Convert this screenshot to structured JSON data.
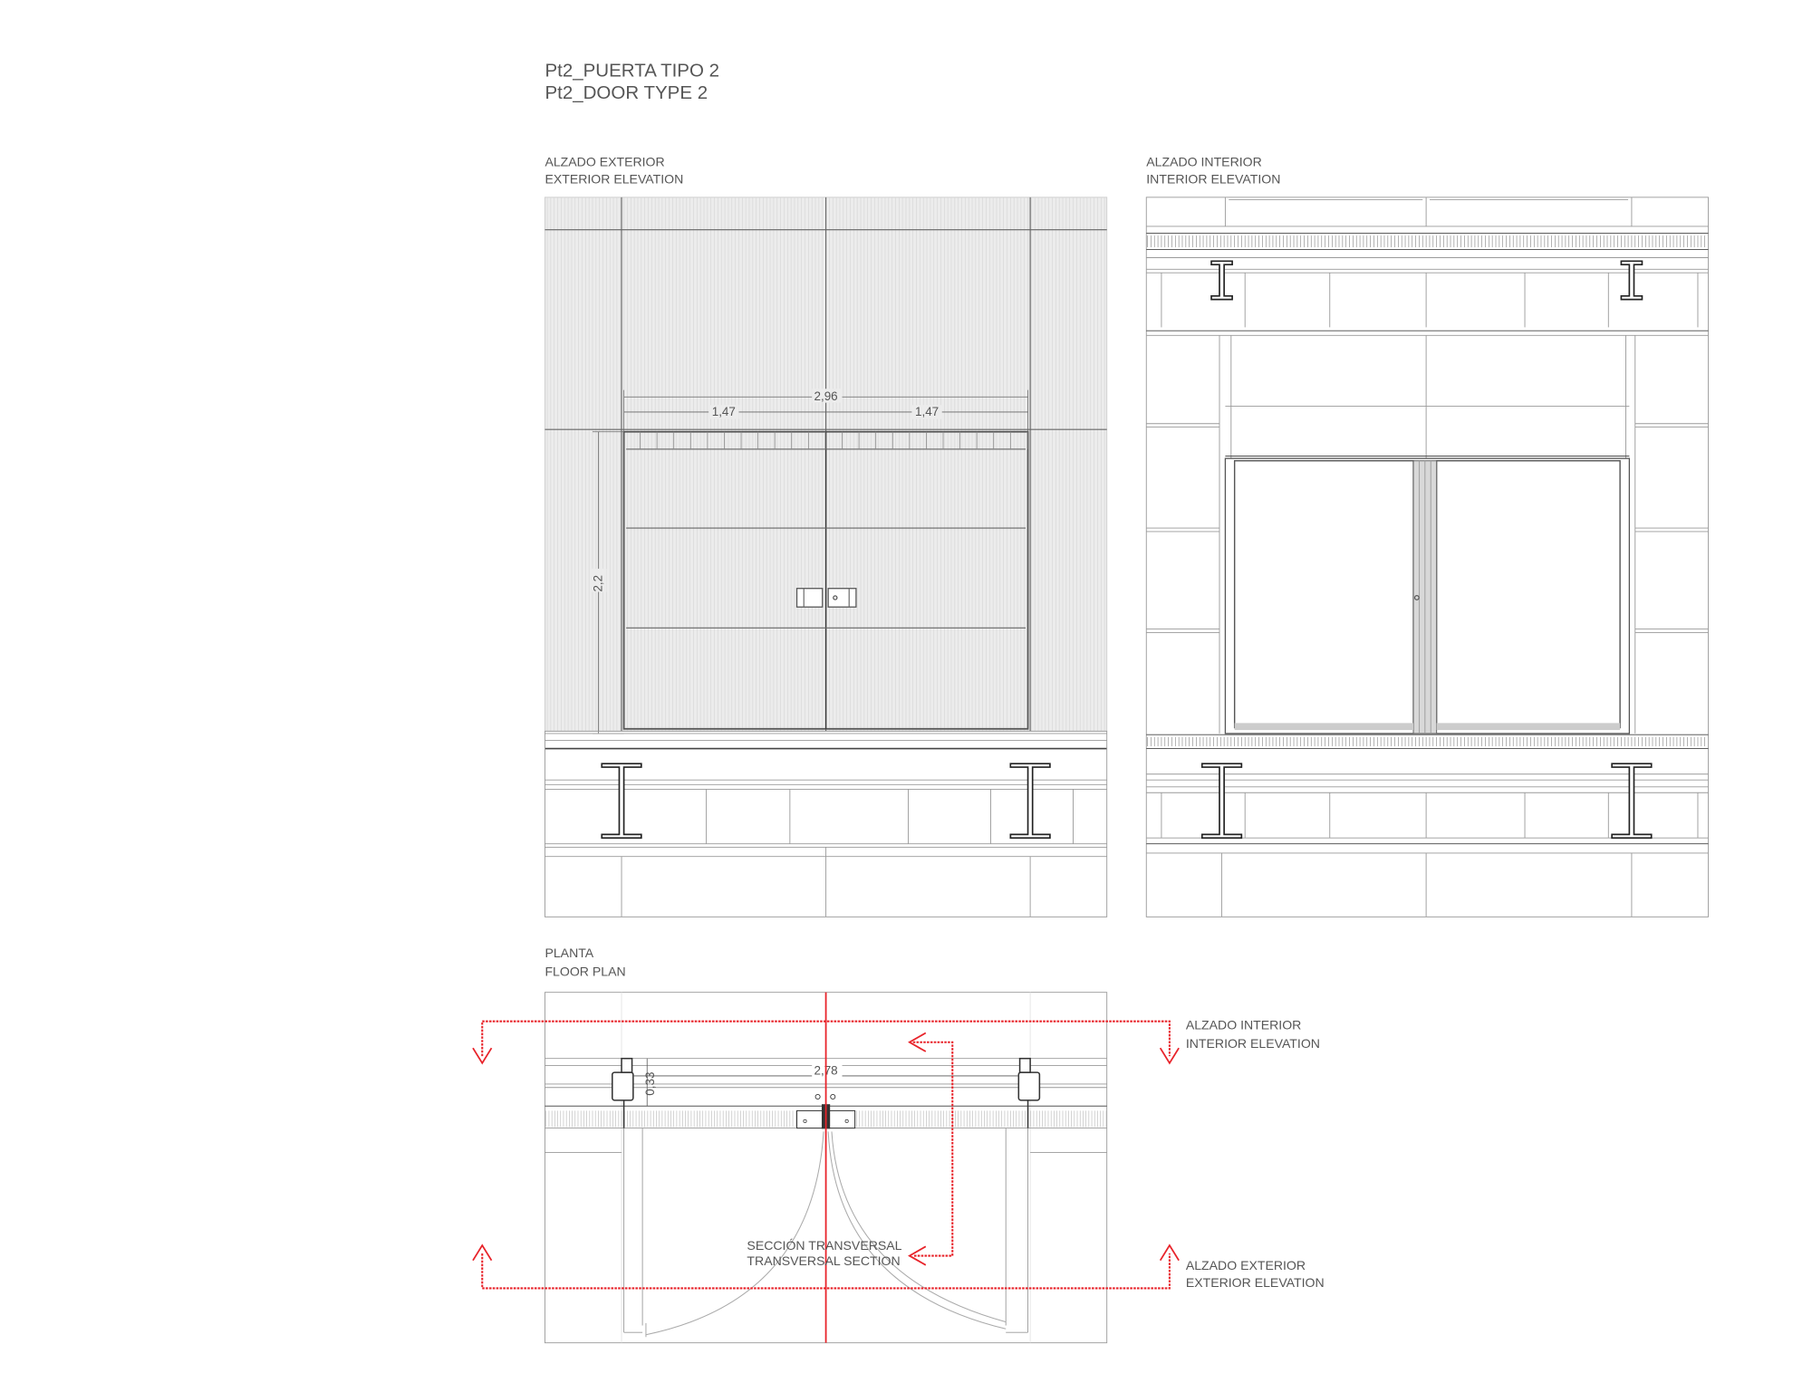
{
  "title": {
    "line1": "Pt2_PUERTA TIPO 2",
    "line2": "Pt2_DOOR TYPE 2"
  },
  "views": {
    "exterior": {
      "label_es": "ALZADO EXTERIOR",
      "label_en": "EXTERIOR ELEVATION",
      "dims": {
        "total_width": "2,96",
        "leaf_left": "1,47",
        "leaf_right": "1,47",
        "height": "2,2"
      }
    },
    "interior": {
      "label_es": "ALZADO INTERIOR",
      "label_en": "INTERIOR ELEVATION"
    },
    "plan": {
      "label_es": "PLANTA",
      "label_en": "FLOOR PLAN",
      "dims": {
        "opening_width": "2,78",
        "frame_depth": "0,33"
      },
      "markers": {
        "interior": {
          "es": "ALZADO INTERIOR",
          "en": "INTERIOR ELEVATION"
        },
        "exterior": {
          "es": "ALZADO EXTERIOR",
          "en": "EXTERIOR ELEVATION"
        },
        "section": {
          "es": "SECCIÓN TRANSVERSAL",
          "en": "TRANSVERSAL SECTION"
        }
      }
    }
  },
  "colors": {
    "section_marker": "#e8232a",
    "linework": "#666666",
    "cladding": "#ececec"
  }
}
